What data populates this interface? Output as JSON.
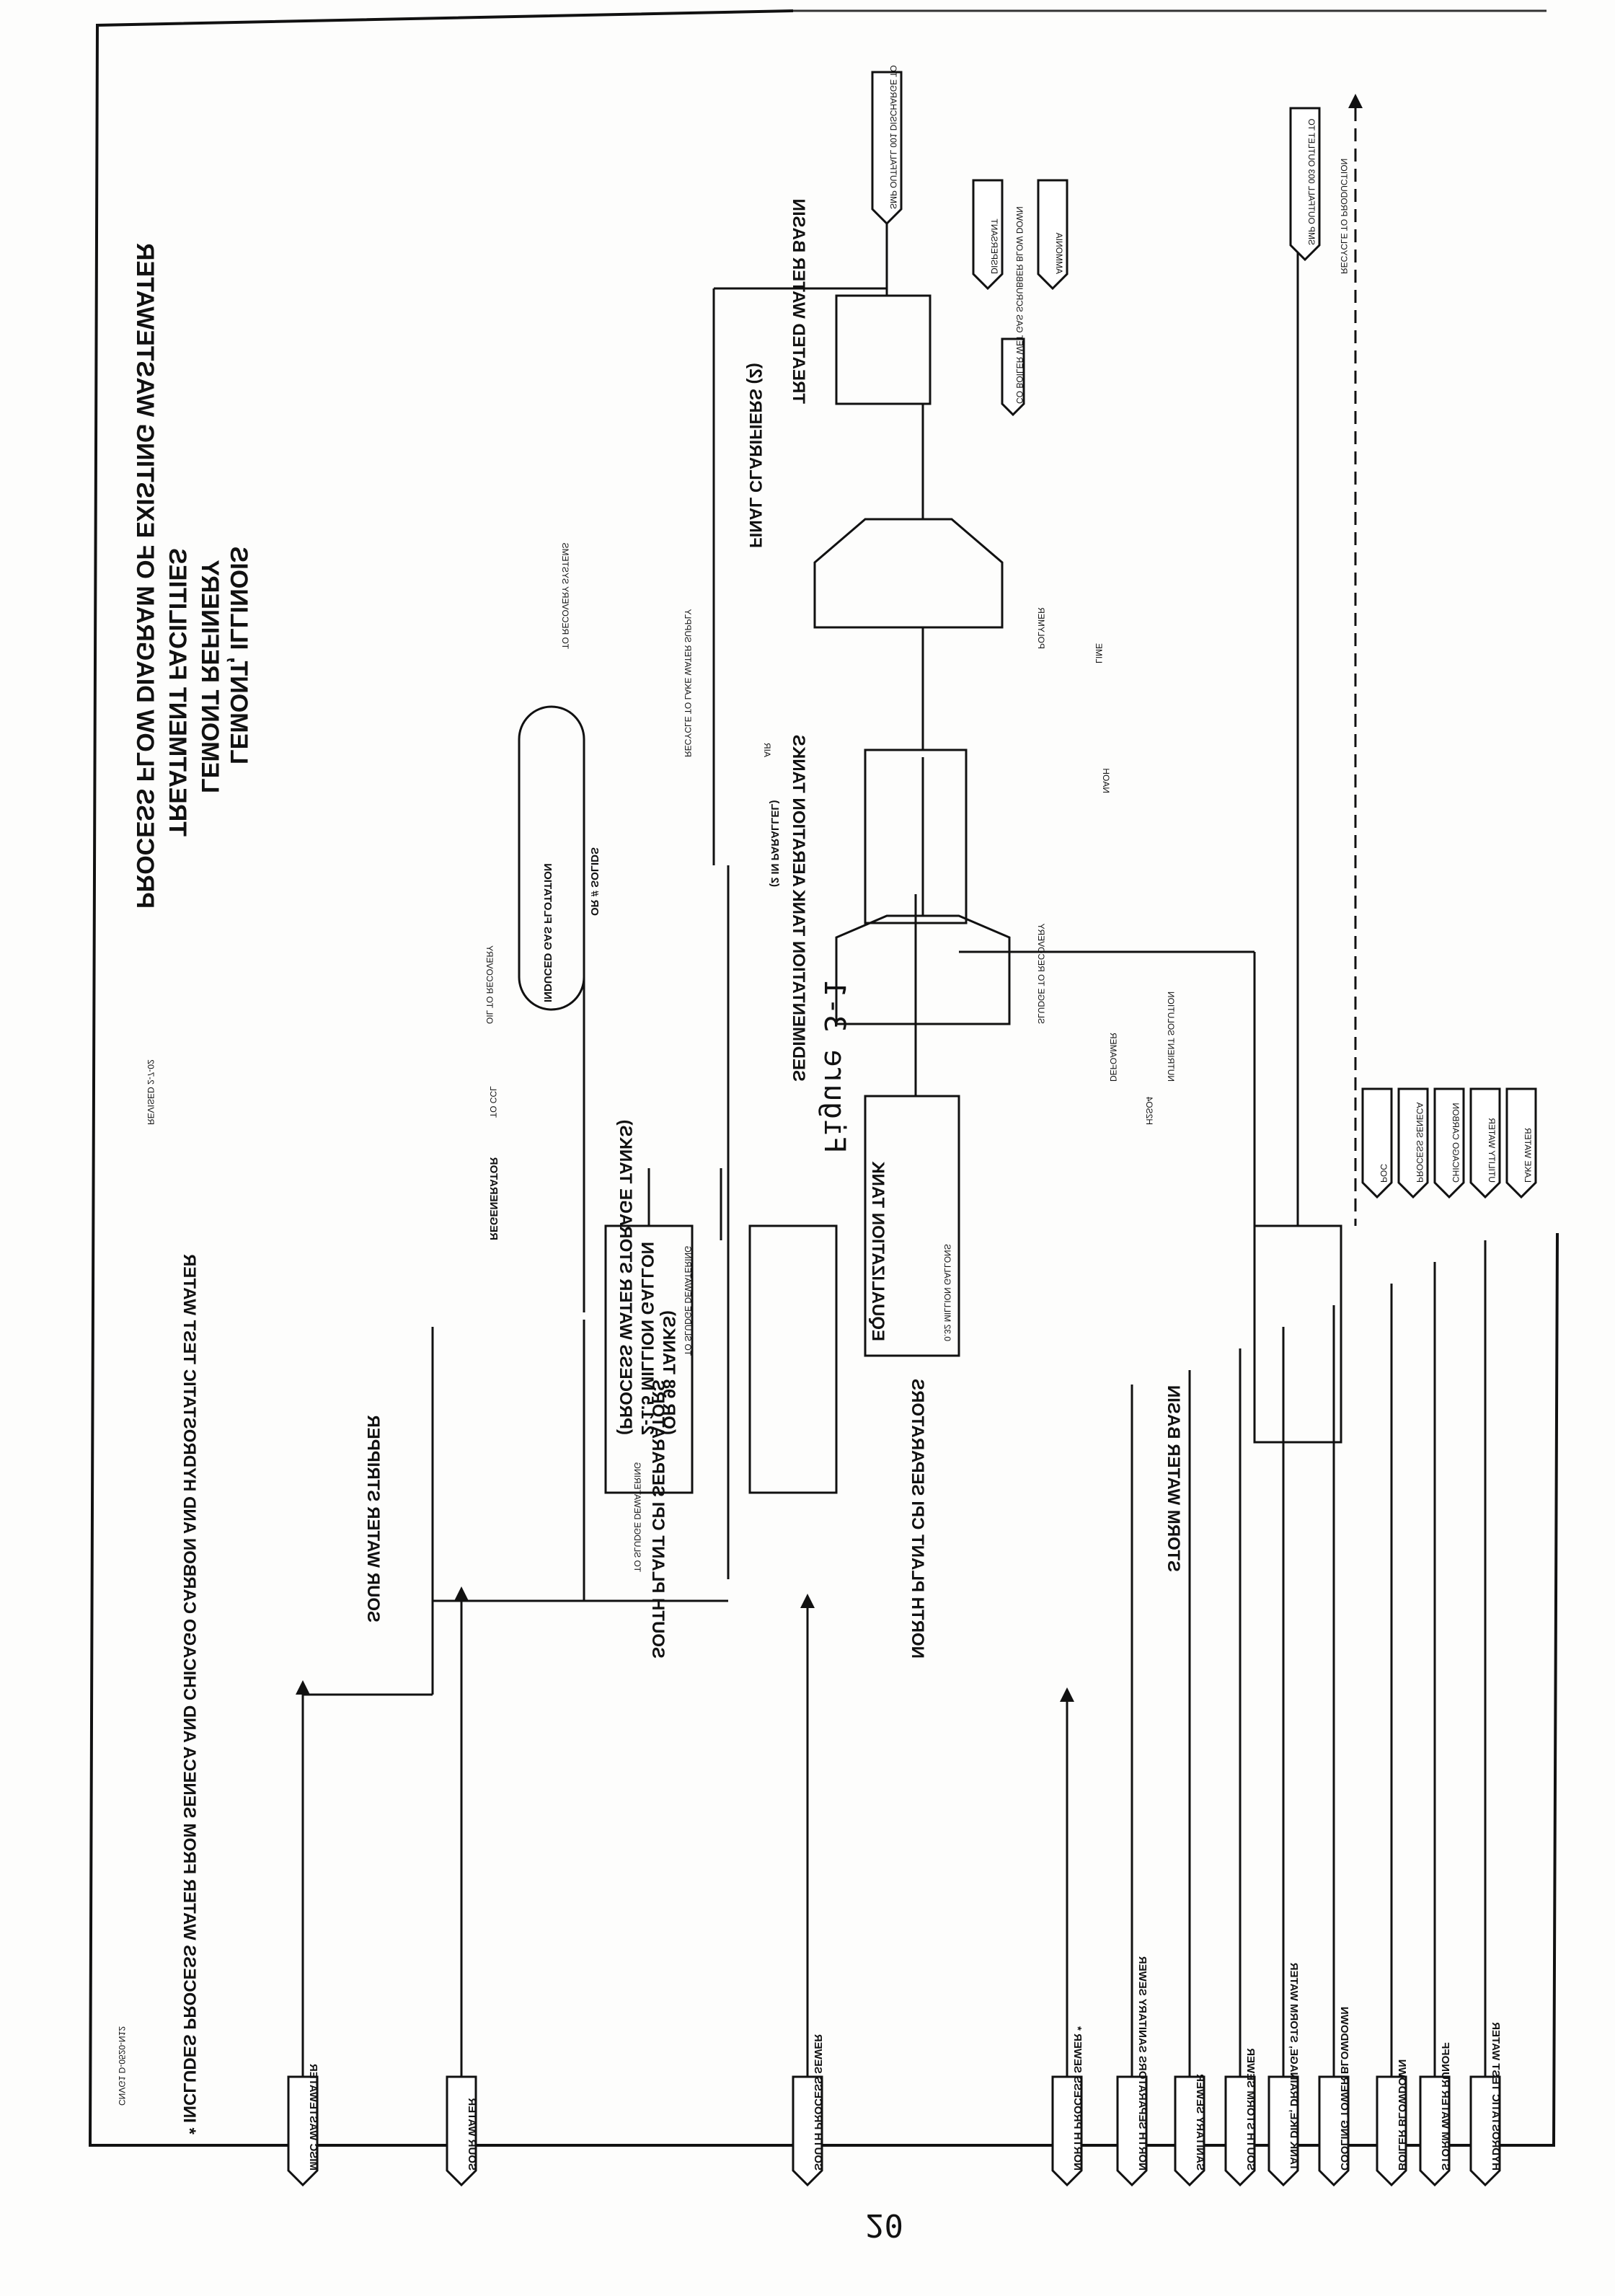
{
  "figure_label": "Figure 3-1",
  "page_number": "20",
  "title": {
    "line1": "LEMONT, ILLINOIS",
    "line2": "LEMONT REFINERY",
    "line3": "TREATMENT FACILITIES",
    "line4": "PROCESS FLOW DIAGRAM OF EXISTING WASTEWATER"
  },
  "footnote": "* INCLUDES PROCESS WATER FROM SENECA AND CHICAGO CARBON AND HYDROSTATIC TEST WATER",
  "drawing_info": {
    "drawing_no": "CNVG1 D-0520-N12",
    "revised": "REVISED 2-7-02"
  },
  "units": {
    "sour_water_stripper": "SOUR WATER STRIPPER",
    "south_cpi": "SOUTH PLANT CPI SEPARATORS",
    "north_cpi": "NORTH PLANT CPI SEPARATORS",
    "storage_tanks_line1": "(PROCESS WATER STORAGE TANKS)",
    "storage_tanks_line2": "2-1.5 MILLION GALLON",
    "storage_tanks_line3": "(OR 98 TANKS)",
    "equalization_tank": "EQUALIZATION TANK",
    "sedimentation_tank": "SEDIMENTATION TANK",
    "aeration_tanks": "AERATION TANKS",
    "aeration_note": "(2 IN PARALLEL)",
    "final_clarifiers": "FINAL CLARIFIERS (2)",
    "treated_water_basin": "TREATED WATER BASIN",
    "storm_water_basin": "STORM WATER BASIN",
    "induced_gas_flotation": "INDUCED GAS FLOTATION",
    "igf_note": "OR # SOLIDS",
    "equalization_capacity": "0.32 MILLION GALLONS",
    "regenerator": "REGENERATOR"
  },
  "inputs": {
    "south_process": "SOUTH PROCESS SEWER",
    "north_process": "NORTH PROCESS SEWER *",
    "sour_water": "SOUR WATER",
    "misc_wastewater": "MISC WASTEWATER",
    "north_separators": "NORTH SEPARATORS SANITARY SEWER",
    "sanitary_sewer": "SANITARY SEWER",
    "south_storm": "SOUTH STORM SEWER",
    "tank_dike": "TANK DIKE, DRAINAGE, STORM WATER",
    "cooling_tower": "COOLING TOWER BLOWDOWN",
    "boiler_blowdown": "BOILER BLOWDOWN",
    "storm_water_runoff": "STORM WATER RUNOFF",
    "hydrostatic_test": "HYDROSTATIC TEST WATER"
  },
  "side_streams": {
    "poc": "POC",
    "seneca": "PROCESS SENECA",
    "chicago_carbon": "CHICAGO CARBON",
    "utility_water": "UTILITY WATER",
    "lake_water": "LAKE WATER",
    "co_boiler": "CO BOILER WET GAS SCRUBBER BLOW DOWN",
    "dispersant": "DISPERSANT",
    "ammonia": "AMMONIA",
    "polymer": "POLYMER",
    "h2so4": "H2SO4",
    "nutrients": "NUTRIENT SOLUTION",
    "defoamer": "DEFOAMER",
    "air": "AIR",
    "naoh": "NAOH",
    "oil_to_recovery": "OIL TO RECOVERY",
    "sludge_to_recovery": "SLUDGE TO RECOVERY",
    "lime": "LIME"
  },
  "outputs": {
    "outfall_001": "SMP OUTFALL 001 DISCHARGE TO",
    "outfall_003": "SMP OUTFALL 003 OUTLET TO",
    "recycle": "RECYCLE TO PRODUCTION",
    "to_ccl": "TO CCL",
    "to_sludge": "TO SLUDGE DEWATERING",
    "to_sludge2": "TO SLUDGE DEWATERING",
    "recycle_lake": "RECYCLE TO LAKE WATER SUPPLY",
    "to_recovery": "TO RECOVERY SYSTEMS"
  }
}
